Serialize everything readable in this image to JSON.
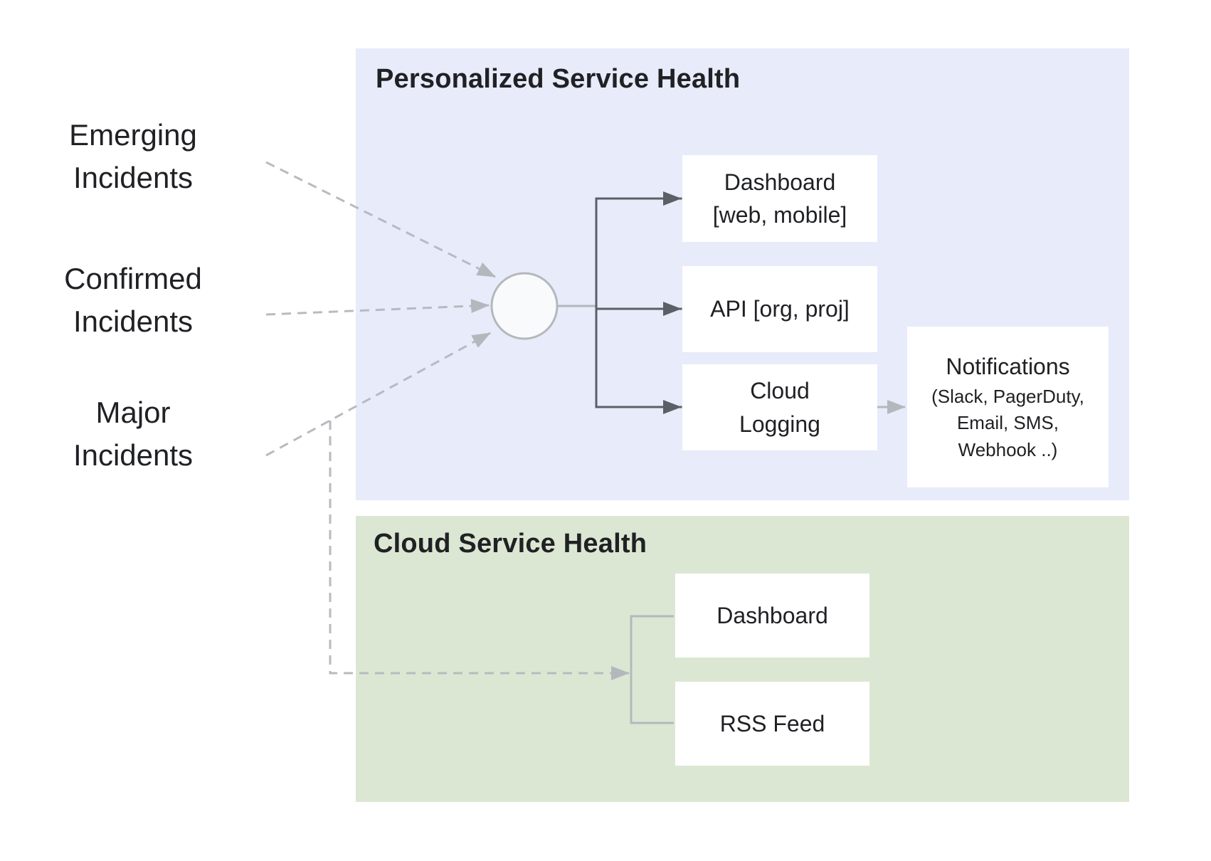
{
  "colors": {
    "panel_blue": "#e7ebfa",
    "panel_green": "#dce7d3",
    "node_bg": "#ffffff",
    "text": "#202124",
    "arrow_dark": "#5b6066",
    "arrow_light": "#b4b8bd",
    "hub_fill": "#f9fafb"
  },
  "inputs": {
    "emerging": {
      "label": "Emerging\nIncidents"
    },
    "confirmed": {
      "label": "Confirmed\nIncidents"
    },
    "major": {
      "label": "Major\nIncidents"
    }
  },
  "personalized": {
    "title": "Personalized Service Health",
    "nodes": {
      "dashboard": {
        "label": "Dashboard\n[web, mobile]"
      },
      "api": {
        "label": "API [org, proj]"
      },
      "logging": {
        "label": "Cloud\nLogging"
      },
      "notifications": {
        "title": "Notifications",
        "detail": "(Slack, PagerDuty,\nEmail, SMS,\nWebhook ..)"
      }
    }
  },
  "cloud": {
    "title": "Cloud Service Health",
    "nodes": {
      "dashboard": {
        "label": "Dashboard"
      },
      "rss": {
        "label": "RSS Feed"
      }
    }
  }
}
